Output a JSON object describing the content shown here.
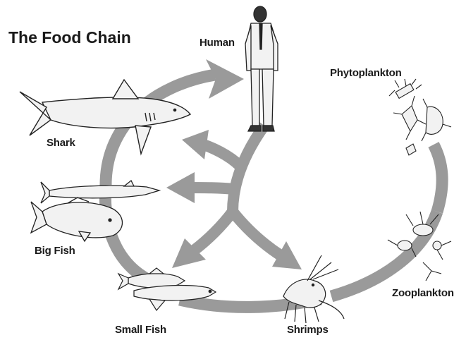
{
  "title": "The Food Chain",
  "colors": {
    "cycle_gray": "#9a9a9a",
    "outline": "#222222",
    "fill_light": "#f2f2f2"
  },
  "nodes": [
    {
      "key": "human",
      "label": "Human",
      "icon": "human-figure"
    },
    {
      "key": "phytoplankton",
      "label": "Phytoplankton",
      "icon": "phytoplankton-illustration"
    },
    {
      "key": "zooplankton",
      "label": "Zooplankton",
      "icon": "zooplankton-illustration"
    },
    {
      "key": "shrimps",
      "label": "Shrimps",
      "icon": "shrimp-illustration"
    },
    {
      "key": "small_fish",
      "label": "Small Fish",
      "icon": "small-fish-illustration"
    },
    {
      "key": "big_fish",
      "label": "Big Fish",
      "icon": "big-fish-illustration"
    },
    {
      "key": "shark",
      "label": "Shark",
      "icon": "shark-illustration"
    }
  ]
}
